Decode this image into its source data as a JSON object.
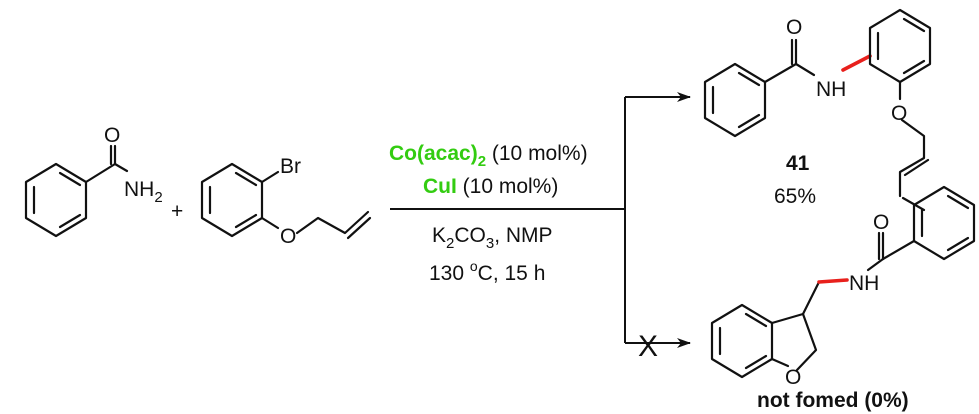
{
  "colors": {
    "green_ring": "#79e87a",
    "purple_ring": "#c49ee0",
    "new_bond": "#e8201c",
    "reagent_green": "#33cc11",
    "ink": "#111111"
  },
  "reactant1": {
    "atom_o": "O",
    "nh2_text": "NH",
    "nh2_sub": "2"
  },
  "plus_sign": "+",
  "reactant2": {
    "atom_br": "Br",
    "atom_o": "O"
  },
  "conditions": {
    "catalyst1": "Co(acac)",
    "catalyst1_sub": "2",
    "catalyst1_load": " (10 mol%)",
    "catalyst2": "CuI",
    "catalyst2_load": " (10 mol%)",
    "base_k": "K",
    "base_k_sub": "2",
    "base_co": "CO",
    "base_co_sub": "3",
    "base_solvent": ", NMP",
    "temp": "130 ",
    "temp_sup": "o",
    "temp_unit": "C, 15 h"
  },
  "product_top": {
    "atom_o_carbonyl": "O",
    "atom_nh": "NH",
    "atom_o_ether": "O",
    "compound_number": "41",
    "yield": "65%"
  },
  "product_bottom": {
    "atom_o_carbonyl": "O",
    "atom_nh": "NH",
    "atom_o_ring": "O",
    "blocked_mark": "X",
    "caption": "not fomed (0%)"
  }
}
